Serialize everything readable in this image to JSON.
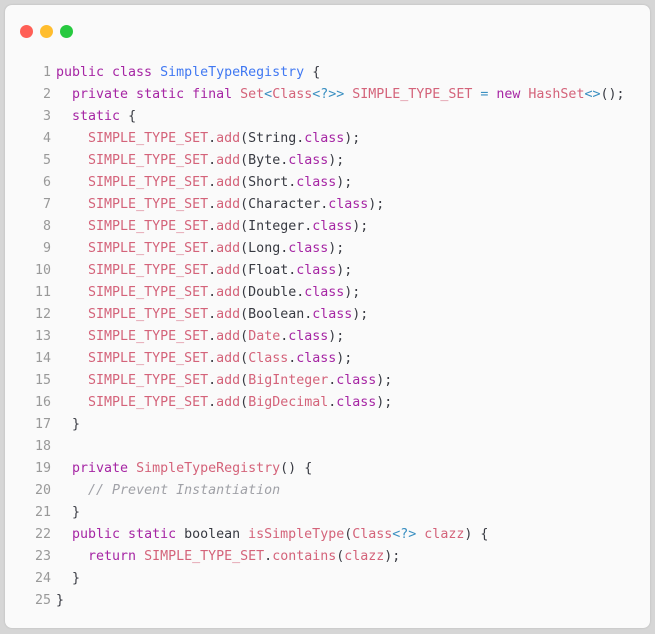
{
  "window": {
    "controls": [
      {
        "name": "close",
        "color": "#ff5f56"
      },
      {
        "name": "minimize",
        "color": "#ffbd2e"
      },
      {
        "name": "zoom",
        "color": "#27c93f"
      }
    ]
  },
  "code": {
    "language": "java",
    "lines": [
      {
        "n": "1",
        "tokens": [
          [
            "kw",
            "public class "
          ],
          [
            "cls",
            "SimpleTypeRegistry"
          ],
          [
            "pl",
            " {"
          ]
        ]
      },
      {
        "n": "2",
        "tokens": [
          [
            "pl",
            "  "
          ],
          [
            "kw",
            "private static final "
          ],
          [
            "id",
            "Set"
          ],
          [
            "gen",
            "<"
          ],
          [
            "id",
            "Class"
          ],
          [
            "gen",
            "<?>>"
          ],
          [
            "id",
            " SIMPLE_TYPE_SET"
          ],
          [
            "gen",
            " = "
          ],
          [
            "kw",
            "new "
          ],
          [
            "id",
            "HashSet"
          ],
          [
            "gen",
            "<>"
          ],
          [
            "pl",
            "();"
          ]
        ]
      },
      {
        "n": "3",
        "tokens": [
          [
            "pl",
            "  "
          ],
          [
            "kw",
            "static"
          ],
          [
            "pl",
            " {"
          ]
        ]
      },
      {
        "n": "4",
        "tokens": [
          [
            "pl",
            "    "
          ],
          [
            "id",
            "SIMPLE_TYPE_SET"
          ],
          [
            "pl",
            "."
          ],
          [
            "id",
            "add"
          ],
          [
            "pl",
            "(String."
          ],
          [
            "kw",
            "class"
          ],
          [
            "pl",
            ");"
          ]
        ]
      },
      {
        "n": "5",
        "tokens": [
          [
            "pl",
            "    "
          ],
          [
            "id",
            "SIMPLE_TYPE_SET"
          ],
          [
            "pl",
            "."
          ],
          [
            "id",
            "add"
          ],
          [
            "pl",
            "(Byte."
          ],
          [
            "kw",
            "class"
          ],
          [
            "pl",
            ");"
          ]
        ]
      },
      {
        "n": "6",
        "tokens": [
          [
            "pl",
            "    "
          ],
          [
            "id",
            "SIMPLE_TYPE_SET"
          ],
          [
            "pl",
            "."
          ],
          [
            "id",
            "add"
          ],
          [
            "pl",
            "(Short."
          ],
          [
            "kw",
            "class"
          ],
          [
            "pl",
            ");"
          ]
        ]
      },
      {
        "n": "7",
        "tokens": [
          [
            "pl",
            "    "
          ],
          [
            "id",
            "SIMPLE_TYPE_SET"
          ],
          [
            "pl",
            "."
          ],
          [
            "id",
            "add"
          ],
          [
            "pl",
            "(Character."
          ],
          [
            "kw",
            "class"
          ],
          [
            "pl",
            ");"
          ]
        ]
      },
      {
        "n": "8",
        "tokens": [
          [
            "pl",
            "    "
          ],
          [
            "id",
            "SIMPLE_TYPE_SET"
          ],
          [
            "pl",
            "."
          ],
          [
            "id",
            "add"
          ],
          [
            "pl",
            "(Integer."
          ],
          [
            "kw",
            "class"
          ],
          [
            "pl",
            ");"
          ]
        ]
      },
      {
        "n": "9",
        "tokens": [
          [
            "pl",
            "    "
          ],
          [
            "id",
            "SIMPLE_TYPE_SET"
          ],
          [
            "pl",
            "."
          ],
          [
            "id",
            "add"
          ],
          [
            "pl",
            "(Long."
          ],
          [
            "kw",
            "class"
          ],
          [
            "pl",
            ");"
          ]
        ]
      },
      {
        "n": "10",
        "tokens": [
          [
            "pl",
            "    "
          ],
          [
            "id",
            "SIMPLE_TYPE_SET"
          ],
          [
            "pl",
            "."
          ],
          [
            "id",
            "add"
          ],
          [
            "pl",
            "(Float."
          ],
          [
            "kw",
            "class"
          ],
          [
            "pl",
            ");"
          ]
        ]
      },
      {
        "n": "11",
        "tokens": [
          [
            "pl",
            "    "
          ],
          [
            "id",
            "SIMPLE_TYPE_SET"
          ],
          [
            "pl",
            "."
          ],
          [
            "id",
            "add"
          ],
          [
            "pl",
            "(Double."
          ],
          [
            "kw",
            "class"
          ],
          [
            "pl",
            ");"
          ]
        ]
      },
      {
        "n": "12",
        "tokens": [
          [
            "pl",
            "    "
          ],
          [
            "id",
            "SIMPLE_TYPE_SET"
          ],
          [
            "pl",
            "."
          ],
          [
            "id",
            "add"
          ],
          [
            "pl",
            "(Boolean."
          ],
          [
            "kw",
            "class"
          ],
          [
            "pl",
            ");"
          ]
        ]
      },
      {
        "n": "13",
        "tokens": [
          [
            "pl",
            "    "
          ],
          [
            "id",
            "SIMPLE_TYPE_SET"
          ],
          [
            "pl",
            "."
          ],
          [
            "id",
            "add"
          ],
          [
            "pl",
            "("
          ],
          [
            "id",
            "Date"
          ],
          [
            "pl",
            "."
          ],
          [
            "kw",
            "class"
          ],
          [
            "pl",
            ");"
          ]
        ]
      },
      {
        "n": "14",
        "tokens": [
          [
            "pl",
            "    "
          ],
          [
            "id",
            "SIMPLE_TYPE_SET"
          ],
          [
            "pl",
            "."
          ],
          [
            "id",
            "add"
          ],
          [
            "pl",
            "("
          ],
          [
            "id",
            "Class"
          ],
          [
            "pl",
            "."
          ],
          [
            "kw",
            "class"
          ],
          [
            "pl",
            ");"
          ]
        ]
      },
      {
        "n": "15",
        "tokens": [
          [
            "pl",
            "    "
          ],
          [
            "id",
            "SIMPLE_TYPE_SET"
          ],
          [
            "pl",
            "."
          ],
          [
            "id",
            "add"
          ],
          [
            "pl",
            "("
          ],
          [
            "id",
            "BigInteger"
          ],
          [
            "pl",
            "."
          ],
          [
            "kw",
            "class"
          ],
          [
            "pl",
            ");"
          ]
        ]
      },
      {
        "n": "16",
        "tokens": [
          [
            "pl",
            "    "
          ],
          [
            "id",
            "SIMPLE_TYPE_SET"
          ],
          [
            "pl",
            "."
          ],
          [
            "id",
            "add"
          ],
          [
            "pl",
            "("
          ],
          [
            "id",
            "BigDecimal"
          ],
          [
            "pl",
            "."
          ],
          [
            "kw",
            "class"
          ],
          [
            "pl",
            ");"
          ]
        ]
      },
      {
        "n": "17",
        "tokens": [
          [
            "pl",
            "  }"
          ]
        ]
      },
      {
        "n": "18",
        "tokens": []
      },
      {
        "n": "19",
        "tokens": [
          [
            "pl",
            "  "
          ],
          [
            "kw",
            "private "
          ],
          [
            "id",
            "SimpleTypeRegistry"
          ],
          [
            "pl",
            "() {"
          ]
        ]
      },
      {
        "n": "20",
        "tokens": [
          [
            "pl",
            "    "
          ],
          [
            "cm",
            "// Prevent Instantiation"
          ]
        ]
      },
      {
        "n": "21",
        "tokens": [
          [
            "pl",
            "  }"
          ]
        ]
      },
      {
        "n": "22",
        "tokens": [
          [
            "pl",
            "  "
          ],
          [
            "kw",
            "public static "
          ],
          [
            "pl",
            "boolean "
          ],
          [
            "id",
            "isSimpleType"
          ],
          [
            "pl",
            "("
          ],
          [
            "id",
            "Class"
          ],
          [
            "gen",
            "<?>"
          ],
          [
            "id",
            " clazz"
          ],
          [
            "pl",
            ") {"
          ]
        ]
      },
      {
        "n": "23",
        "tokens": [
          [
            "pl",
            "    "
          ],
          [
            "kw",
            "return "
          ],
          [
            "id",
            "SIMPLE_TYPE_SET"
          ],
          [
            "pl",
            "."
          ],
          [
            "id",
            "contains"
          ],
          [
            "pl",
            "("
          ],
          [
            "id",
            "clazz"
          ],
          [
            "pl",
            ");"
          ]
        ]
      },
      {
        "n": "24",
        "tokens": [
          [
            "pl",
            "  }"
          ]
        ]
      },
      {
        "n": "25",
        "tokens": [
          [
            "pl",
            "}"
          ]
        ]
      }
    ]
  }
}
